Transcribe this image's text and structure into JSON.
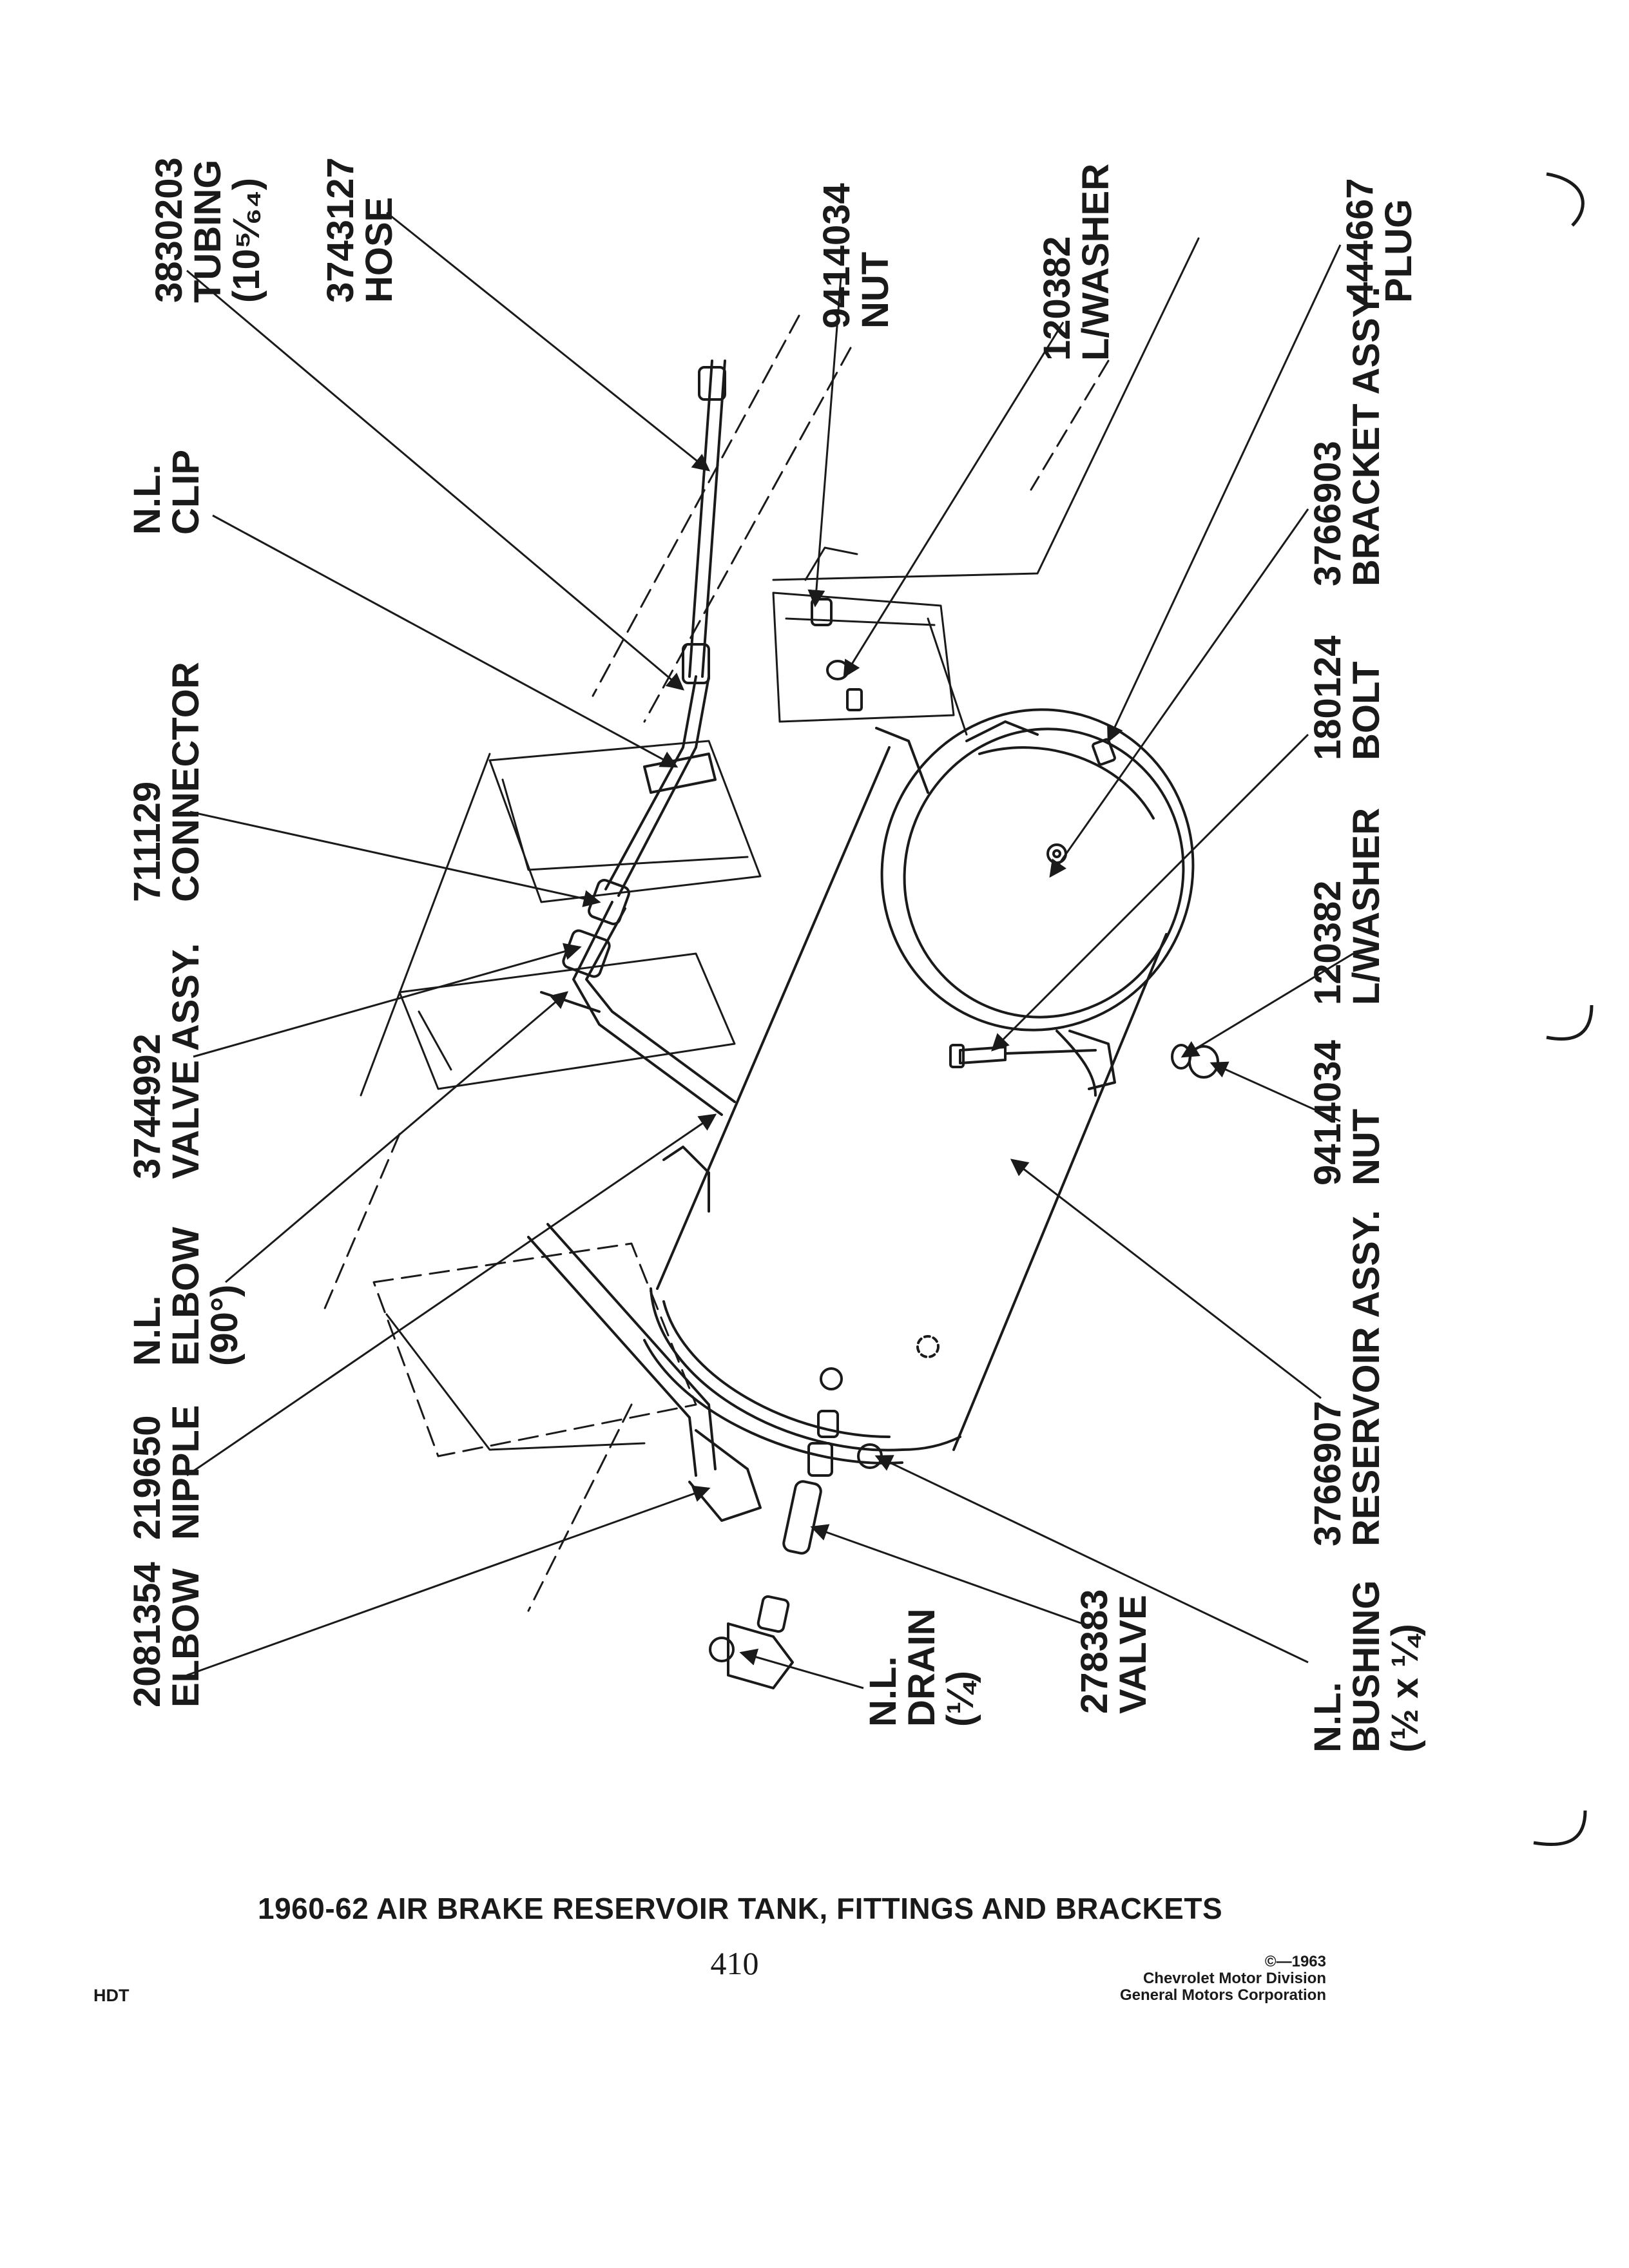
{
  "page": {
    "title": "1960-62 AIR BRAKE RESERVOIR TANK, FITTINGS AND BRACKETS",
    "page_number": "410",
    "corner_code": "HDT",
    "copyright": {
      "year": "©—1963",
      "division": "Chevrolet Motor Division",
      "corporation": "General Motors Corporation"
    }
  },
  "callouts": [
    {
      "id": "tubing-3830203",
      "lines": [
        "3830203",
        "TUBING",
        "(10⁵⁄₆₄)"
      ]
    },
    {
      "id": "hose-3743127",
      "lines": [
        "3743127",
        "HOSE"
      ]
    },
    {
      "id": "nut-9414034-top",
      "lines": [
        "9414034",
        "NUT"
      ]
    },
    {
      "id": "lwasher-120382-top",
      "lines": [
        "120382",
        "L/WASHER"
      ]
    },
    {
      "id": "plug-444667",
      "lines": [
        "444667",
        "PLUG"
      ]
    },
    {
      "id": "clip-nl",
      "lines": [
        "N.L.",
        "CLIP"
      ]
    },
    {
      "id": "bracket-3766903",
      "lines": [
        "3766903",
        "BRACKET ASSY."
      ]
    },
    {
      "id": "connector-711129",
      "lines": [
        "711129",
        "CONNECTOR"
      ]
    },
    {
      "id": "bolt-180124",
      "lines": [
        "180124",
        "BOLT"
      ]
    },
    {
      "id": "lwasher-120382-bottom",
      "lines": [
        "120382",
        "L/WASHER"
      ]
    },
    {
      "id": "valve-assy-3744992",
      "lines": [
        "3744992",
        "VALVE ASSY."
      ]
    },
    {
      "id": "nut-9414034-bottom",
      "lines": [
        "9414034",
        "NUT"
      ]
    },
    {
      "id": "elbow-90-nl",
      "lines": [
        "N.L.",
        "ELBOW",
        "(90°)"
      ]
    },
    {
      "id": "reservoir-3766907",
      "lines": [
        "3766907",
        "RESERVOIR ASSY."
      ]
    },
    {
      "id": "nipple-219650",
      "lines": [
        "219650",
        "NIPPLE"
      ]
    },
    {
      "id": "elbow-2081354",
      "lines": [
        "2081354",
        "ELBOW"
      ]
    },
    {
      "id": "drain-nl",
      "lines": [
        "N.L.",
        "DRAIN",
        "(¼)"
      ]
    },
    {
      "id": "valve-278383",
      "lines": [
        "278383",
        "VALVE"
      ]
    },
    {
      "id": "bushing-nl",
      "lines": [
        "N.L.",
        "BUSHING",
        "(½ x ¼)"
      ]
    }
  ]
}
